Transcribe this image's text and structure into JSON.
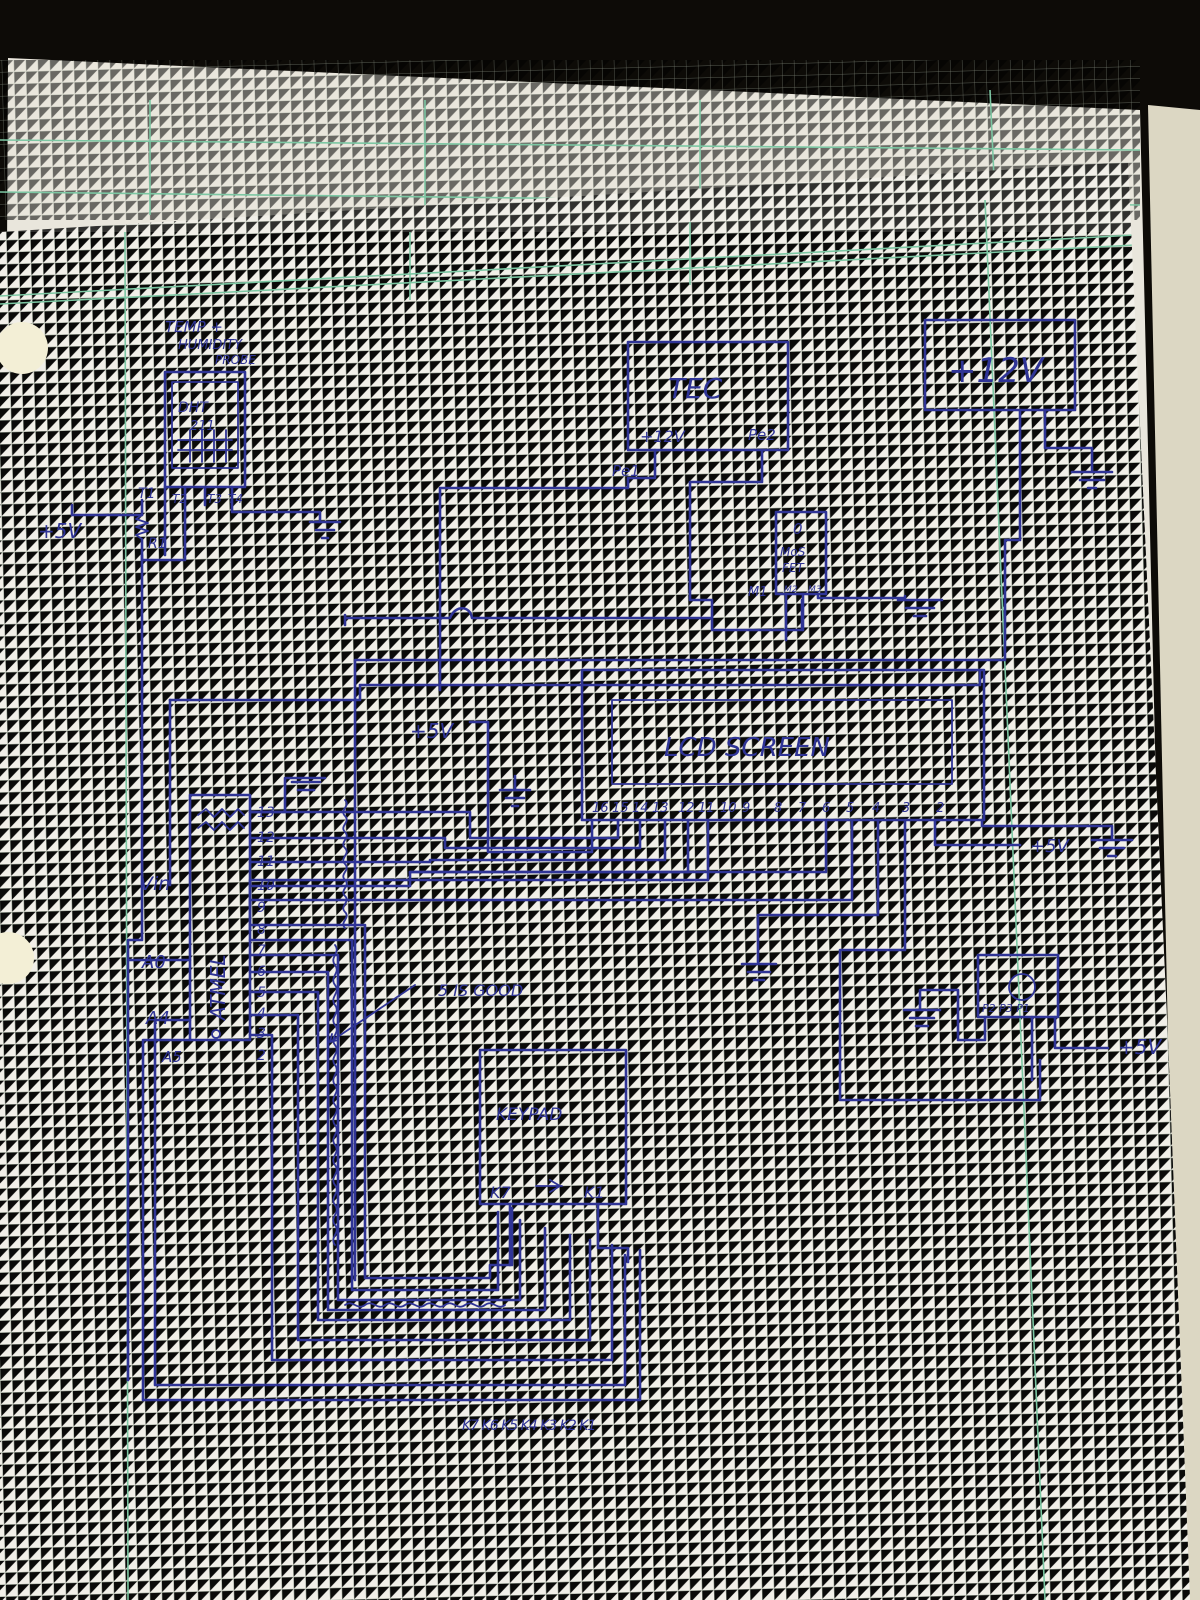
{
  "labels": {
    "probe_title_1": "TEMP +",
    "probe_title_2": "HUMIDITY",
    "probe_title_3": "PROBE",
    "dht_1": "DHT",
    "dht_2": "211",
    "t1": "T1",
    "t2": "T2",
    "t3": "T3",
    "t4": "T4",
    "r1": "R1",
    "plus5v_probe": "+5V",
    "tec": "TEC",
    "tec_plus12v": "+12V",
    "pe1": "Pe1",
    "pe2": "Pe2",
    "plus12v_supply": "+12V",
    "mosfet_0": "0",
    "mosfet_1": "MoS",
    "mosfet_2": "FET",
    "m1": "M1",
    "m2": "M2",
    "m3": "M3",
    "plus5v_lcd": "+5V",
    "lcd": "LCD SCREEN",
    "plus5v_right": "+5V",
    "plus5v_pot": "+5V",
    "pot_pins": "P2 P3 P1",
    "vin": "Vin",
    "a0": "A0",
    "a4": "A4",
    "a5": "A5",
    "atmel": "ATMEL",
    "five_is_good": "5 IS GOOD",
    "keypad": "KEYPAD",
    "k7": "K7",
    "k1": "K1",
    "keypad_pins": "K7 K6 K5 K4 K3 K2 K1"
  },
  "atmel_pins": [
    "13",
    "12",
    "11",
    "10",
    "9",
    "8",
    "7",
    "6",
    "5",
    "4",
    "3",
    "2"
  ],
  "lcd_pins": [
    "16",
    "15",
    "14",
    "13",
    "12",
    "11",
    "10",
    "9",
    "8",
    "7",
    "6",
    "5",
    "4",
    "3",
    "2"
  ]
}
